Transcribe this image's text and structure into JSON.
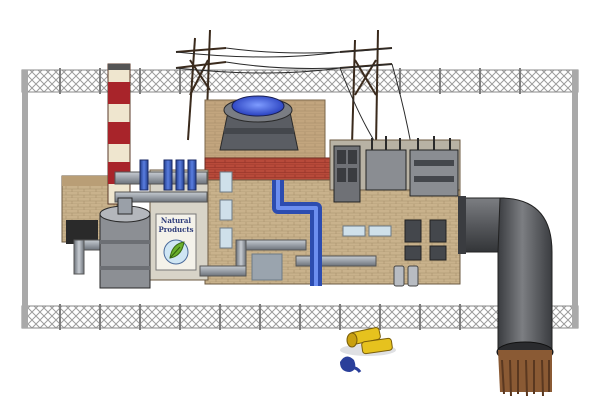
{
  "scene": {
    "type": "pixel-art isometric game building",
    "building": "industrial power plant",
    "sign": {
      "line1": "Natural",
      "line2": "Products"
    }
  },
  "colors": {
    "fence": "#9a9a9a",
    "brick_wall": "#c9b28c",
    "red_brick": "#b84a3a",
    "pipe_grey": "#9aa0a8",
    "pipe_blue": "#3a5fc8",
    "chimney_red": "#a8242a",
    "chimney_cream": "#efe6cf",
    "big_pipe": "#56585c",
    "tank_water": "#3a58d8",
    "barrel_yellow": "#e6c21e",
    "sign_leaf": "#6ab02c"
  },
  "icons": [
    "chain-link-fence",
    "smokestack-icon",
    "cooling-tank-icon",
    "power-pylon-icon",
    "transformer-icon",
    "large-exhaust-pipe-icon",
    "yellow-barrels-icon",
    "oil-spill-icon",
    "natural-products-sign-icon"
  ]
}
